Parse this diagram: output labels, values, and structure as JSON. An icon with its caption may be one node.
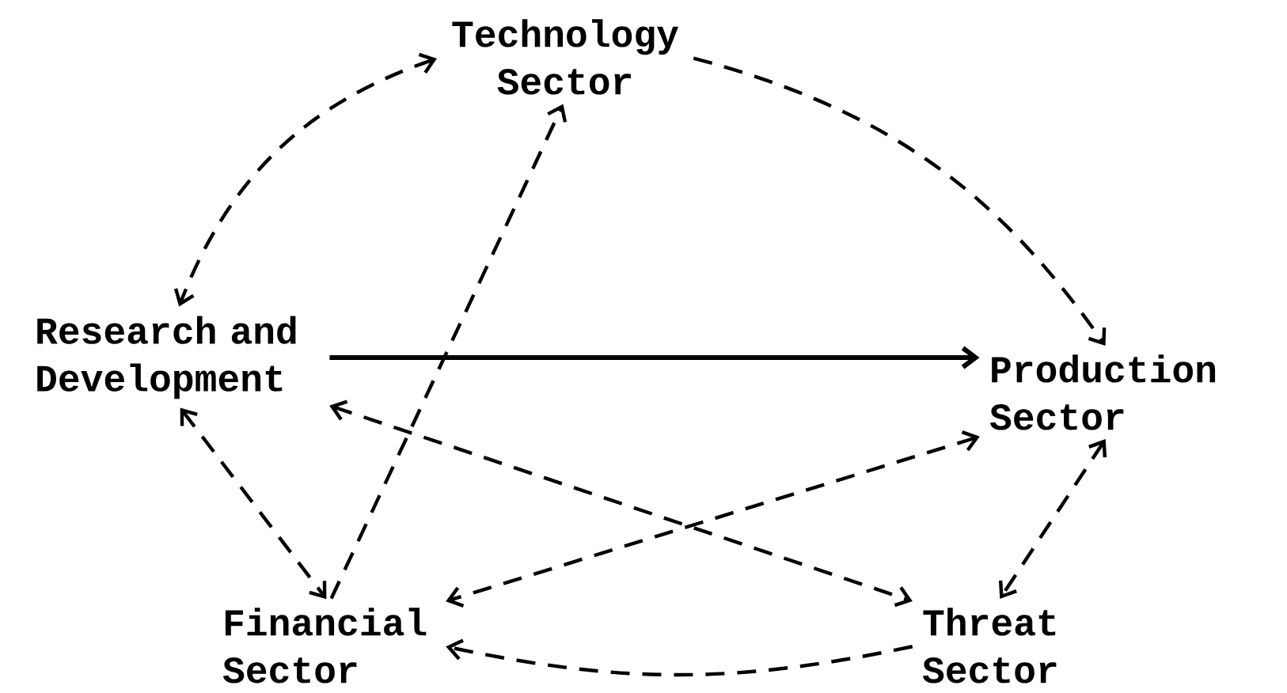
{
  "diagram": {
    "nodes": [
      {
        "text": [
          "Technology Sector"
        ]
      },
      {
        "text": [
          "Research and Development"
        ]
      },
      {
        "text": [
          "Production Sector"
        ]
      },
      {
        "text": [
          "Financial Sector"
        ]
      },
      {
        "text": [
          "Threat Sector"
        ]
      }
    ],
    "edges": [
      {
        "from": 0,
        "to": 1,
        "arrow": "both",
        "style": "dashed"
      },
      {
        "from": 0,
        "to": 2,
        "arrow": "to",
        "style": "dashed"
      },
      {
        "from": 3,
        "to": 0,
        "arrow": "to",
        "style": "dashed"
      },
      {
        "from": 1,
        "to": 2,
        "arrow": "to"
      },
      {
        "from": 1,
        "to": 4,
        "arrow": "both",
        "style": "dashed"
      },
      {
        "from": 2,
        "to": 3,
        "arrow": "both",
        "style": "dashed"
      },
      {
        "from": 1,
        "to": 3,
        "arrow": "both",
        "style": "dashed"
      },
      {
        "from": 2,
        "to": 4,
        "arrow": "both",
        "style": "dashed"
      },
      {
        "from": 4,
        "to": 3,
        "arrow": "to",
        "style": "dashed"
      }
    ]
  }
}
